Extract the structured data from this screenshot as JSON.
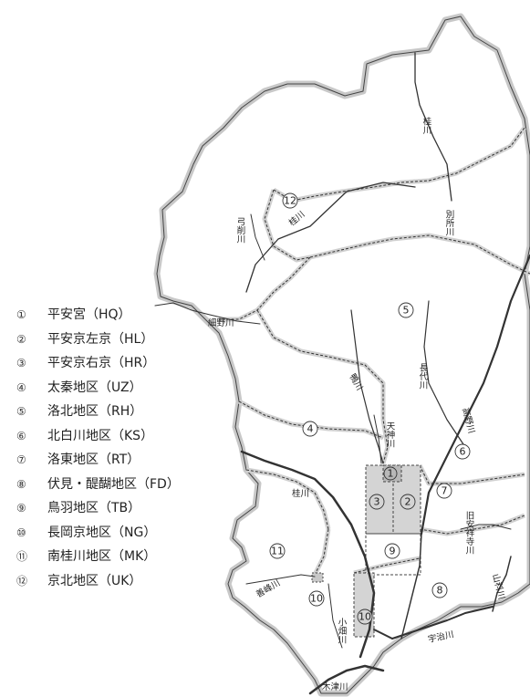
{
  "legend": [
    {
      "num": "①",
      "label": "平安宮（HQ）"
    },
    {
      "num": "②",
      "label": "平安京左京（HL）"
    },
    {
      "num": "③",
      "label": "平安京右京（HR）"
    },
    {
      "num": "④",
      "label": "太秦地区（UZ）"
    },
    {
      "num": "⑤",
      "label": "洛北地区（RH）"
    },
    {
      "num": "⑥",
      "label": "北白川地区（KS）"
    },
    {
      "num": "⑦",
      "label": "洛東地区（RT）"
    },
    {
      "num": "⑧",
      "label": "伏見・醍醐地区（FD）"
    },
    {
      "num": "⑨",
      "label": "鳥羽地区（TB）"
    },
    {
      "num": "⑩",
      "label": "長岡京地区（NG）"
    },
    {
      "num": "⑪",
      "label": "南桂川地区（MK）"
    },
    {
      "num": "⑫",
      "label": "京北地区（UK）"
    }
  ],
  "map_labels": {
    "area1": "1",
    "area2": "2",
    "area3": "3",
    "area4": "4",
    "area5": "5",
    "area6": "6",
    "area7": "7",
    "area8": "8",
    "area9": "9",
    "area10": "10",
    "area10b": "10",
    "area11": "11",
    "area12": "12"
  },
  "rivers": {
    "katsura_north": "桂川",
    "beppo": "別所川",
    "yuge": "弓削川",
    "katsura_upper": "桂川",
    "hosono": "細野川",
    "kamo": "鴨川",
    "nagashiro": "長代川",
    "takano": "高野川",
    "tenjin": "天神川",
    "katsura_south": "桂川",
    "kyuanshoji": "旧安祥寺川",
    "yamashina": "山科川",
    "zenpo": "善峰川",
    "obata": "小畑川",
    "uji": "宇治川",
    "kizu": "木津川"
  },
  "colors": {
    "boundary": "#c8c8c8",
    "shaded": "#d4d4d4",
    "river": "#333333",
    "line": "#444444"
  }
}
